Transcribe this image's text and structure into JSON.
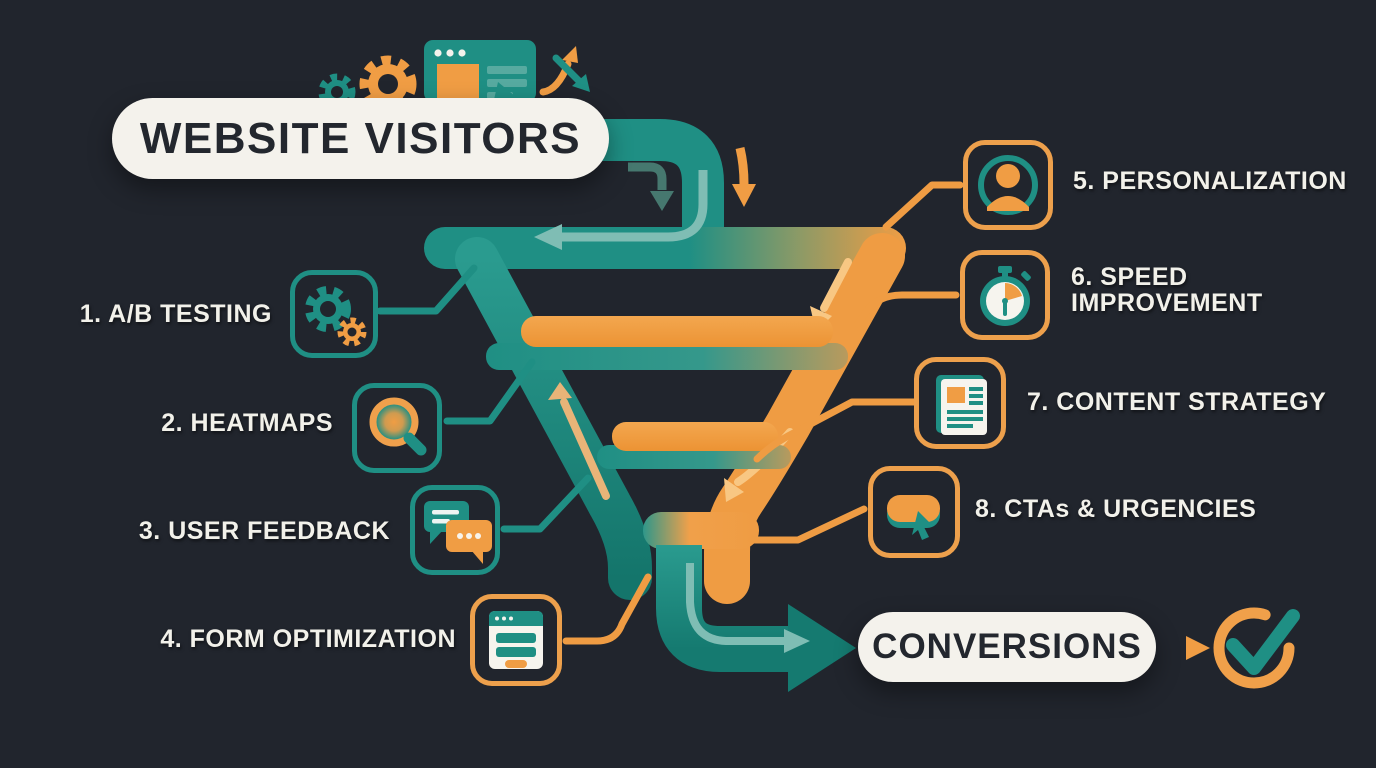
{
  "palette": {
    "background": "#21252d",
    "teal": "#1f8f84",
    "teal_dark": "#14756b",
    "teal_light": "#7fbdb4",
    "orange": "#f09d44",
    "orange_light": "#f8c783",
    "pill_bg": "#f4f2ec",
    "pill_text": "#23272e",
    "label_text": "#f2f1ea"
  },
  "title": {
    "text": "WEBSITE VISITORS"
  },
  "left_items": [
    {
      "lines": [
        "1. A/B TESTING"
      ],
      "icon": "gears-icon"
    },
    {
      "lines": [
        "2. HEATMAPS"
      ],
      "icon": "heatmap-magnifier-icon"
    },
    {
      "lines": [
        "3. USER FEEDBACK"
      ],
      "icon": "chat-bubbles-icon"
    },
    {
      "lines": [
        "4. FORM OPTIMIZATION"
      ],
      "icon": "form-window-icon"
    }
  ],
  "right_items": [
    {
      "lines": [
        "5. PERSONALIZATION"
      ],
      "icon": "user-profile-icon"
    },
    {
      "lines": [
        "6. SPEED",
        "IMPROVEMENT"
      ],
      "icon": "stopwatch-icon"
    },
    {
      "lines": [
        "7. CONTENT STRATEGY"
      ],
      "icon": "content-document-icon"
    },
    {
      "lines": [
        "8. CTAs & URGENCIES"
      ],
      "icon": "cta-button-cursor-icon"
    }
  ],
  "conversion": {
    "text": "CONVERSIONS",
    "icon": "check-circle-icon"
  },
  "funnel": {
    "type": "funnel",
    "top_stage": "Website Visitors",
    "bottom_stage": "Conversions",
    "stage_bars": 4
  }
}
